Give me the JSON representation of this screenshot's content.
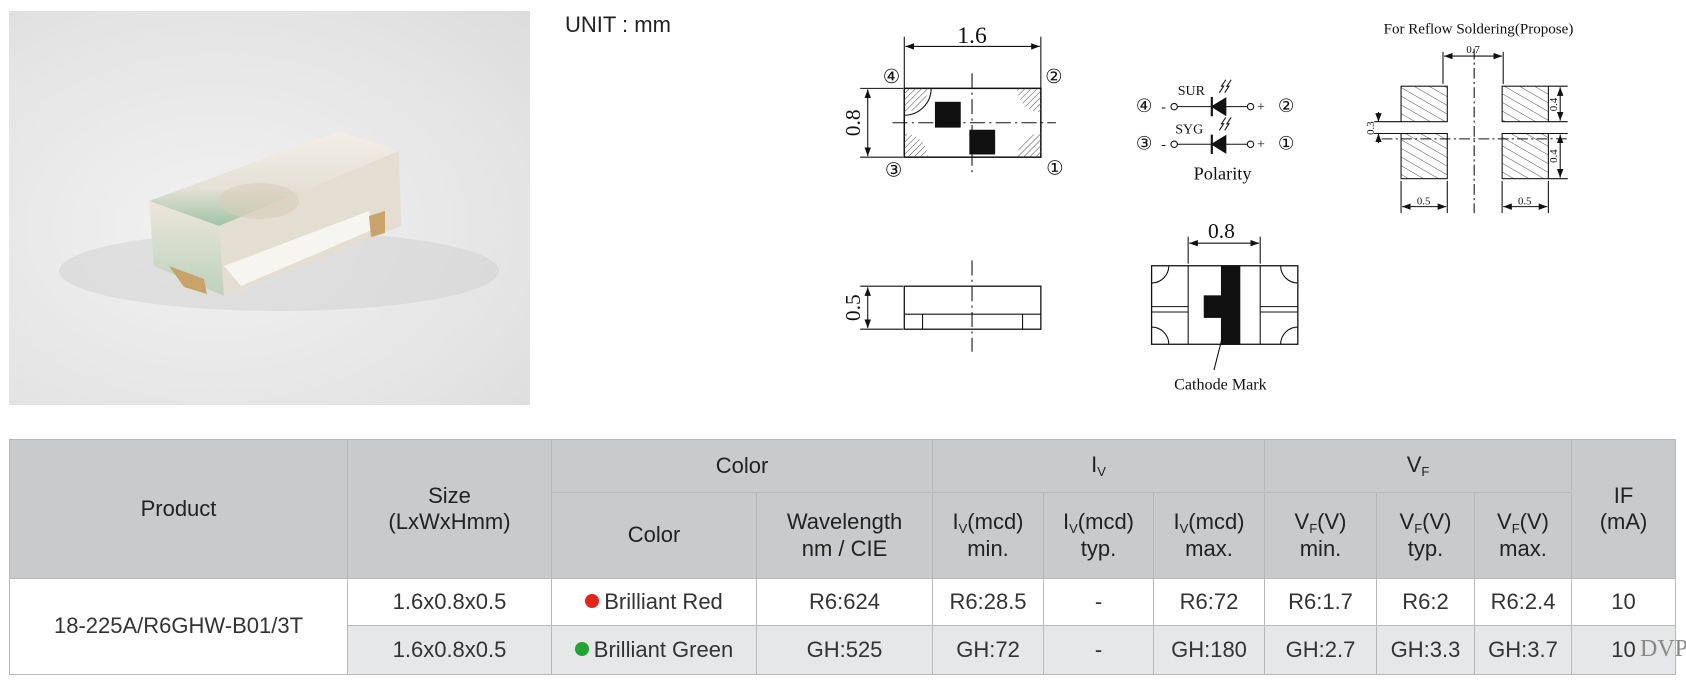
{
  "unit_label": "UNIT : mm",
  "drawings": {
    "top_view": {
      "length": "1.6",
      "width": "0.8",
      "pins": [
        "①",
        "②",
        "③",
        "④"
      ]
    },
    "side_view": {
      "height": "0.5"
    },
    "bottom_view": {
      "width": "0.8",
      "cathode_label": "Cathode Mark"
    },
    "polarity": {
      "title": "Polarity",
      "chip1": "SUR",
      "chip2": "SYG",
      "minus": "-",
      "plus": "+"
    },
    "reflow": {
      "title": "For Reflow Soldering(Propose)",
      "gap": "0.7",
      "pad_height": "0.4",
      "pad_gap": "0.3",
      "pad_width": "0.5"
    }
  },
  "table": {
    "headers": {
      "product": "Product",
      "size": "Size",
      "size_unit": "(LxWxHmm)",
      "color_group": "Color",
      "iv_group": "I",
      "iv_sub": "V",
      "vf_group": "V",
      "vf_sub": "F",
      "if": "IF",
      "if_unit": "(mA)",
      "color": "Color",
      "wavelength": "Wavelength",
      "wavelength_unit": "nm / CIE",
      "iv_unit": "(mcd)",
      "vf_unit": "(V)",
      "min": "min.",
      "typ": "typ.",
      "max": "max."
    },
    "product": "18-225A/R6GHW-B01/3T",
    "rows": [
      {
        "size": "1.6x0.8x0.5",
        "color": "Brilliant Red",
        "dot_color": "#e8231b",
        "wavelength": "R6:624",
        "iv_min": "R6:28.5",
        "iv_typ": "-",
        "iv_max": "R6:72",
        "vf_min": "R6:1.7",
        "vf_typ": "R6:2",
        "vf_max": "R6:2.4",
        "if": "10"
      },
      {
        "size": "1.6x0.8x0.5",
        "color": "Brilliant Green",
        "dot_color": "#1ea532",
        "wavelength": "GH:525",
        "iv_min": "GH:72",
        "iv_typ": "-",
        "iv_max": "GH:180",
        "vf_min": "GH:2.7",
        "vf_typ": "GH:3.3",
        "vf_max": "GH:3.7",
        "if": "10"
      }
    ]
  },
  "watermark": "DVP"
}
